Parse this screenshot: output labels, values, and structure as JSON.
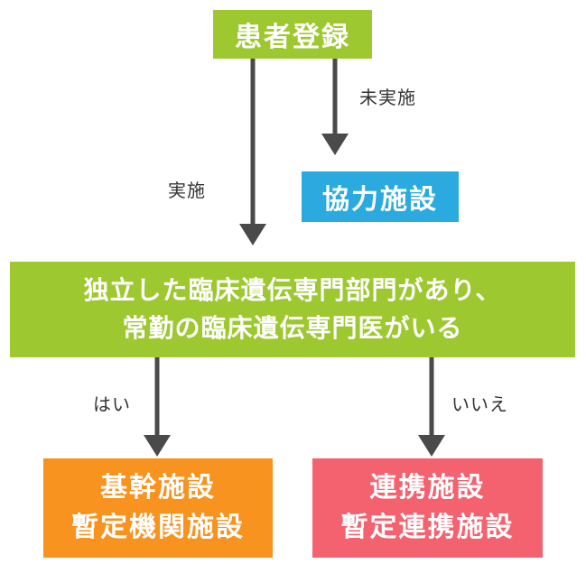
{
  "colors": {
    "green": "#9dc830",
    "cyan": "#2aaadf",
    "orange": "#f7931e",
    "pink": "#f4616f",
    "arrow": "#4a4a4a"
  },
  "nodes": {
    "registration": "患者登録",
    "cooperating": "協力施設",
    "condition_line1": "独立した臨床遺伝専門部門があり、",
    "condition_line2": "常勤の臨床遺伝専門医がいる",
    "core_line1": "基幹施設",
    "core_line2": "暫定機関施設",
    "linked_line1": "連携施設",
    "linked_line2": "暫定連携施設"
  },
  "edges": {
    "not_implemented": "未実施",
    "implemented": "実施",
    "yes": "はい",
    "no": "いいえ"
  }
}
